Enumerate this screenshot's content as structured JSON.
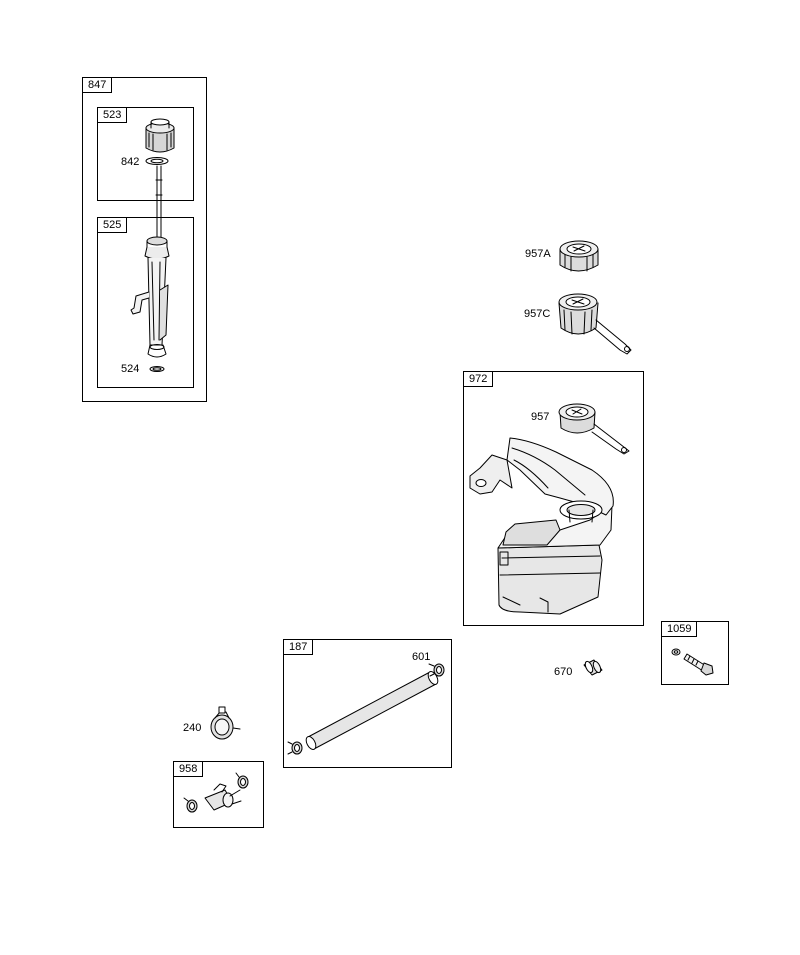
{
  "groups": {
    "g847": "847",
    "g523": "523",
    "g525": "525",
    "g972": "972",
    "g187": "187",
    "g1059": "1059",
    "g958": "958"
  },
  "parts": {
    "p842": "842",
    "p524": "524",
    "p957A": "957A",
    "p957C": "957C",
    "p957": "957",
    "p601": "601",
    "p670": "670",
    "p240": "240"
  }
}
